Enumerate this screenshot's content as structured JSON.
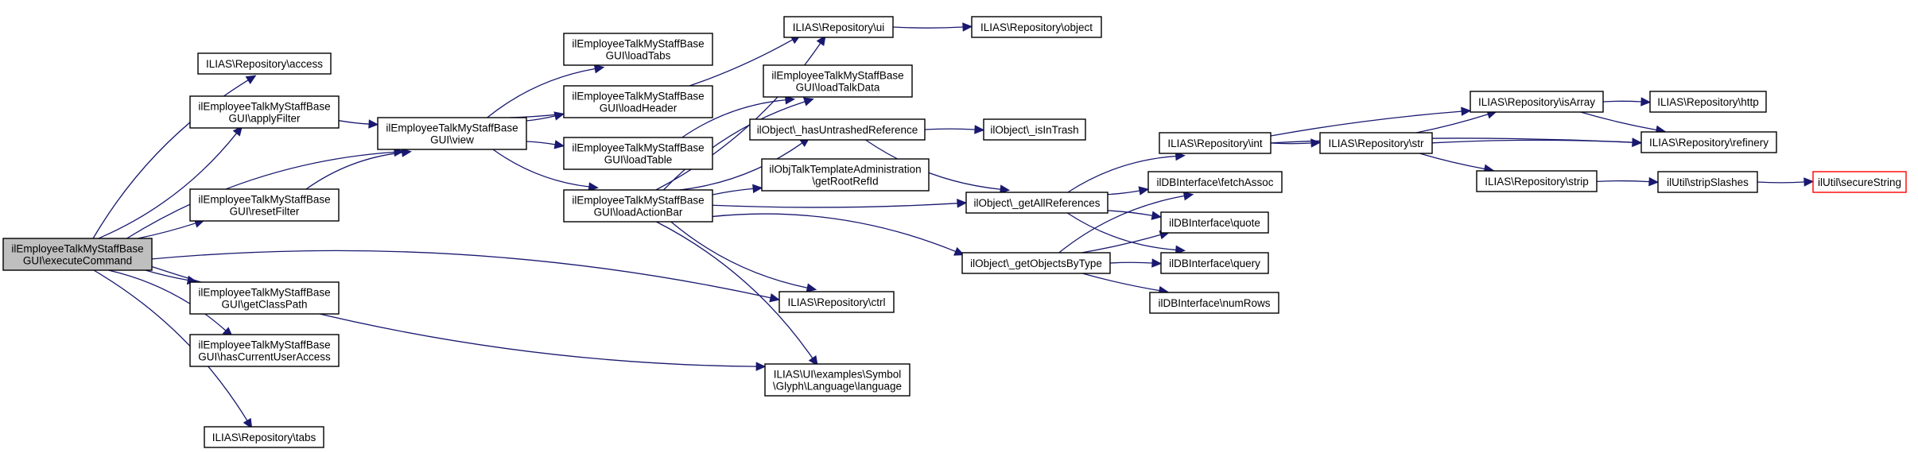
{
  "title": "ilEmployeeTalkMyStaffBaseGUI::executeCommand call graph",
  "colors": {
    "edge": "#191970",
    "root_fill": "#bfbfbf",
    "node_fill": "#ffffff",
    "highlight_border": "#ff0000"
  },
  "nodes": [
    {
      "id": "executeCommand",
      "lines": [
        "ilEmployeeTalkMyStaffBase",
        "GUI\\executeCommand"
      ],
      "kind": "root"
    },
    {
      "id": "access",
      "lines": [
        "ILIAS\\Repository\\access"
      ]
    },
    {
      "id": "applyFilter",
      "lines": [
        "ilEmployeeTalkMyStaffBase",
        "GUI\\applyFilter"
      ]
    },
    {
      "id": "resetFilter",
      "lines": [
        "ilEmployeeTalkMyStaffBase",
        "GUI\\resetFilter"
      ]
    },
    {
      "id": "getClassPath",
      "lines": [
        "ilEmployeeTalkMyStaffBase",
        "GUI\\getClassPath"
      ]
    },
    {
      "id": "hasCurrentUserAccess",
      "lines": [
        "ilEmployeeTalkMyStaffBase",
        "GUI\\hasCurrentUserAccess"
      ]
    },
    {
      "id": "tabs",
      "lines": [
        "ILIAS\\Repository\\tabs"
      ]
    },
    {
      "id": "view",
      "lines": [
        "ilEmployeeTalkMyStaffBase",
        "GUI\\view"
      ]
    },
    {
      "id": "loadTabs",
      "lines": [
        "ilEmployeeTalkMyStaffBase",
        "GUI\\loadTabs"
      ]
    },
    {
      "id": "loadHeader",
      "lines": [
        "ilEmployeeTalkMyStaffBase",
        "GUI\\loadHeader"
      ]
    },
    {
      "id": "loadTable",
      "lines": [
        "ilEmployeeTalkMyStaffBase",
        "GUI\\loadTable"
      ]
    },
    {
      "id": "loadActionBar",
      "lines": [
        "ilEmployeeTalkMyStaffBase",
        "GUI\\loadActionBar"
      ]
    },
    {
      "id": "ui",
      "lines": [
        "ILIAS\\Repository\\ui"
      ]
    },
    {
      "id": "object",
      "lines": [
        "ILIAS\\Repository\\object"
      ]
    },
    {
      "id": "loadTalkData",
      "lines": [
        "ilEmployeeTalkMyStaffBase",
        "GUI\\loadTalkData"
      ]
    },
    {
      "id": "hasUntrashedReference",
      "lines": [
        "ilObject\\_hasUntrashedReference"
      ]
    },
    {
      "id": "isInTrash",
      "lines": [
        "ilObject\\_isInTrash"
      ]
    },
    {
      "id": "getRootRefId",
      "lines": [
        "ilObjTalkTemplateAdministration",
        "\\getRootRefId"
      ]
    },
    {
      "id": "ctrl",
      "lines": [
        "ILIAS\\Repository\\ctrl"
      ]
    },
    {
      "id": "language",
      "lines": [
        "ILIAS\\UI\\examples\\Symbol",
        "\\Glyph\\Language\\language"
      ]
    },
    {
      "id": "getAllReferences",
      "lines": [
        "ilObject\\_getAllReferences"
      ]
    },
    {
      "id": "getObjectsByType",
      "lines": [
        "ilObject\\_getObjectsByType"
      ]
    },
    {
      "id": "int",
      "lines": [
        "ILIAS\\Repository\\int"
      ]
    },
    {
      "id": "fetchAssoc",
      "lines": [
        "ilDBInterface\\fetchAssoc"
      ]
    },
    {
      "id": "quote",
      "lines": [
        "ilDBInterface\\quote"
      ]
    },
    {
      "id": "query",
      "lines": [
        "ilDBInterface\\query"
      ]
    },
    {
      "id": "numRows",
      "lines": [
        "ilDBInterface\\numRows"
      ]
    },
    {
      "id": "str",
      "lines": [
        "ILIAS\\Repository\\str"
      ]
    },
    {
      "id": "isArray",
      "lines": [
        "ILIAS\\Repository\\isArray"
      ]
    },
    {
      "id": "strip",
      "lines": [
        "ILIAS\\Repository\\strip"
      ]
    },
    {
      "id": "http",
      "lines": [
        "ILIAS\\Repository\\http"
      ]
    },
    {
      "id": "refinery",
      "lines": [
        "ILIAS\\Repository\\refinery"
      ]
    },
    {
      "id": "stripSlashes",
      "lines": [
        "ilUtil\\stripSlashes"
      ]
    },
    {
      "id": "secureString",
      "lines": [
        "ilUtil\\secureString"
      ],
      "kind": "highlight"
    }
  ],
  "edges": [
    [
      "executeCommand",
      "access"
    ],
    [
      "executeCommand",
      "applyFilter"
    ],
    [
      "executeCommand",
      "view"
    ],
    [
      "executeCommand",
      "resetFilter"
    ],
    [
      "executeCommand",
      "ctrl"
    ],
    [
      "executeCommand",
      "getClassPath"
    ],
    [
      "executeCommand",
      "hasCurrentUserAccess"
    ],
    [
      "executeCommand",
      "language"
    ],
    [
      "executeCommand",
      "tabs"
    ],
    [
      "applyFilter",
      "view"
    ],
    [
      "resetFilter",
      "view"
    ],
    [
      "view",
      "ui"
    ],
    [
      "view",
      "loadTabs"
    ],
    [
      "view",
      "loadHeader"
    ],
    [
      "view",
      "loadTable"
    ],
    [
      "view",
      "loadActionBar"
    ],
    [
      "loadTable",
      "loadTalkData"
    ],
    [
      "loadActionBar",
      "ui"
    ],
    [
      "loadActionBar",
      "loadTalkData"
    ],
    [
      "loadActionBar",
      "hasUntrashedReference"
    ],
    [
      "loadActionBar",
      "getRootRefId"
    ],
    [
      "loadActionBar",
      "getAllReferences"
    ],
    [
      "loadActionBar",
      "getObjectsByType"
    ],
    [
      "loadActionBar",
      "ctrl"
    ],
    [
      "loadActionBar",
      "language"
    ],
    [
      "ui",
      "object"
    ],
    [
      "hasUntrashedReference",
      "isInTrash"
    ],
    [
      "hasUntrashedReference",
      "getAllReferences"
    ],
    [
      "getAllReferences",
      "int"
    ],
    [
      "getAllReferences",
      "fetchAssoc"
    ],
    [
      "getAllReferences",
      "quote"
    ],
    [
      "getAllReferences",
      "query"
    ],
    [
      "getObjectsByType",
      "fetchAssoc"
    ],
    [
      "getObjectsByType",
      "quote"
    ],
    [
      "getObjectsByType",
      "query"
    ],
    [
      "getObjectsByType",
      "numRows"
    ],
    [
      "int",
      "isArray"
    ],
    [
      "int",
      "str"
    ],
    [
      "int",
      "refinery"
    ],
    [
      "str",
      "isArray"
    ],
    [
      "str",
      "refinery"
    ],
    [
      "str",
      "strip"
    ],
    [
      "isArray",
      "http"
    ],
    [
      "isArray",
      "refinery"
    ],
    [
      "strip",
      "stripSlashes"
    ],
    [
      "stripSlashes",
      "secureString"
    ]
  ]
}
